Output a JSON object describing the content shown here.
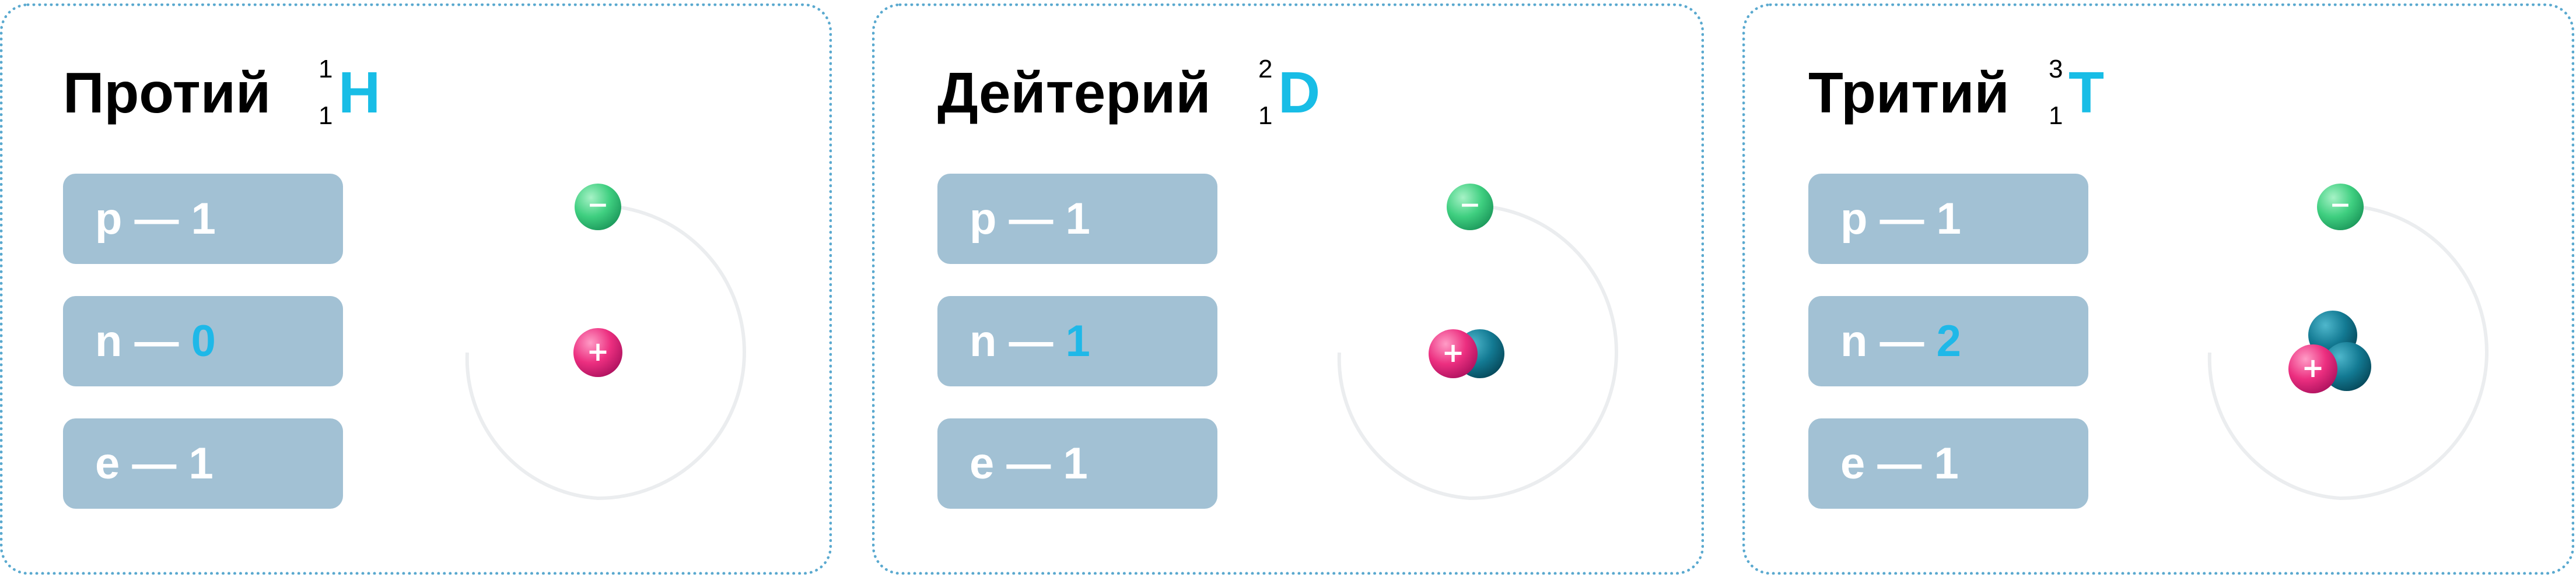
{
  "colors": {
    "accent": "#18bde6",
    "chip_bg": "#a2c1d4",
    "chip_text": "#ffffff",
    "card_border": "#5aa9cf",
    "electron": "#3ecf7f",
    "proton": "#ec2f80",
    "neutron": "#0f6e86"
  },
  "isotopes": [
    {
      "title": "Протий",
      "mass_number": "1",
      "atomic_number": "1",
      "symbol": "H",
      "p_label": "p — ",
      "p_value": "1",
      "n_label": "n — ",
      "n_value": "0",
      "e_label": "e — ",
      "e_value": "1",
      "electron_sign": "−",
      "proton_sign": "+"
    },
    {
      "title": "Дейтерий",
      "mass_number": "2",
      "atomic_number": "1",
      "symbol": "D",
      "p_label": "p — ",
      "p_value": "1",
      "n_label": "n — ",
      "n_value": "1",
      "e_label": "e — ",
      "e_value": "1",
      "electron_sign": "−",
      "proton_sign": "+"
    },
    {
      "title": "Тритий",
      "mass_number": "3",
      "atomic_number": "1",
      "symbol": "T",
      "p_label": "p — ",
      "p_value": "1",
      "n_label": "n — ",
      "n_value": "2",
      "e_label": "e — ",
      "e_value": "1",
      "electron_sign": "−",
      "proton_sign": "+"
    }
  ]
}
